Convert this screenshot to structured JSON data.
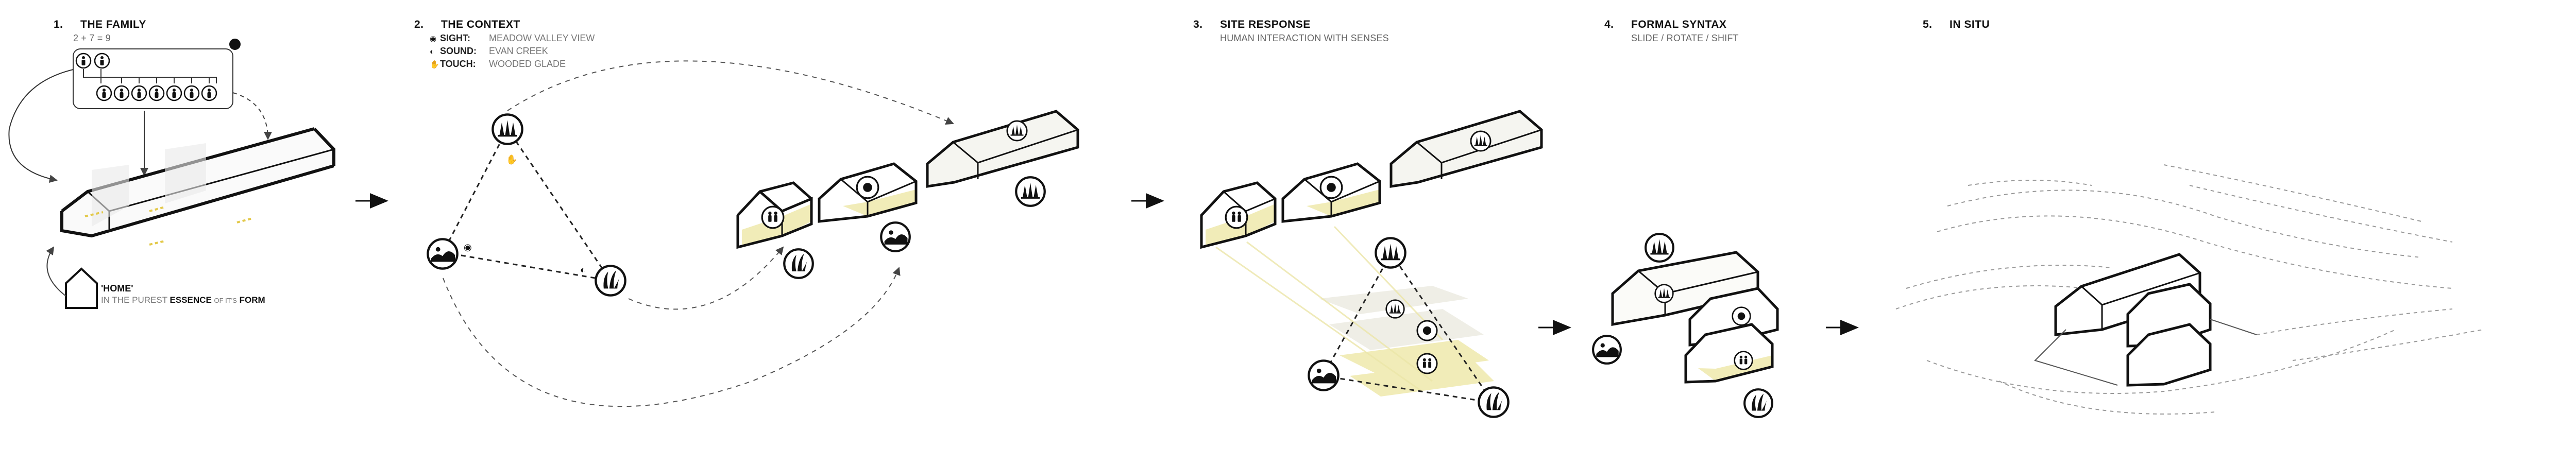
{
  "sections": [
    {
      "num": "1.",
      "title": "THE FAMILY",
      "sub": "2 + 7 = 9"
    },
    {
      "num": "2.",
      "title": "THE CONTEXT",
      "rows": [
        {
          "icon": "eye-icon",
          "label": "SIGHT:",
          "value": "MEADOW VALLEY VIEW"
        },
        {
          "icon": "sound-icon",
          "label": "SOUND:",
          "value": "EVAN CREEK"
        },
        {
          "icon": "hand-icon",
          "label": "TOUCH:",
          "value": "WOODED GLADE"
        }
      ]
    },
    {
      "num": "3.",
      "title": "SITE RESPONSE",
      "sub": "HUMAN INTERACTION WITH SENSES"
    },
    {
      "num": "4.",
      "title": "FORMAL SYNTAX",
      "sub": "SLIDE / ROTATE / SHIFT"
    },
    {
      "num": "5.",
      "title": "IN SITU"
    }
  ],
  "home_caption": {
    "title": "'HOME'",
    "pre": "IN THE PUREST",
    "essence": "ESSENCE",
    "mid": "OF IT'S",
    "form": "FORM"
  },
  "colors": {
    "accent_yellow": "#efe9a8",
    "ink": "#111111",
    "dash": "#555555"
  }
}
